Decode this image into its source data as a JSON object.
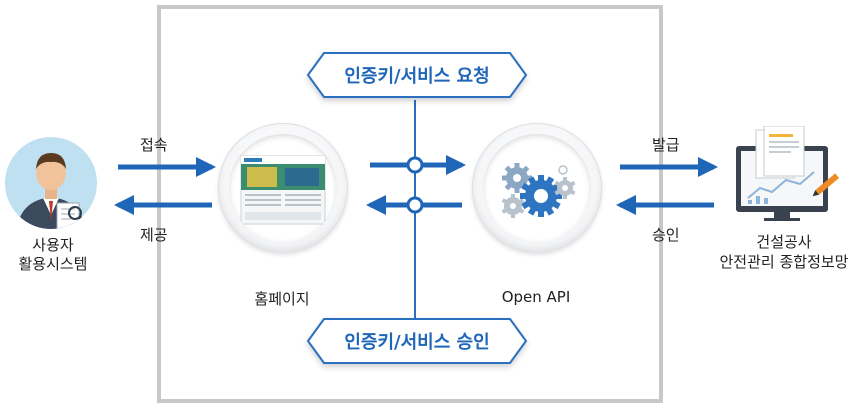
{
  "diagram": {
    "user": {
      "label_line1": "사용자",
      "label_line2": "활용시스템"
    },
    "homepage": {
      "label": "홈페이지"
    },
    "api": {
      "label": "Open API"
    },
    "system": {
      "label_line1": "건설공사",
      "label_line2": "안전관리 종합정보망"
    },
    "arrows": {
      "connect": "접속",
      "provide": "제공",
      "issue": "발급",
      "approve": "승인"
    },
    "pill_request": "인증키/서비스 요청",
    "pill_approval": "인증키/서비스 승인"
  },
  "colors": {
    "arrow": "#1f66b8",
    "frame": "#c8c8c8",
    "pill_text": "#1f66b8"
  }
}
